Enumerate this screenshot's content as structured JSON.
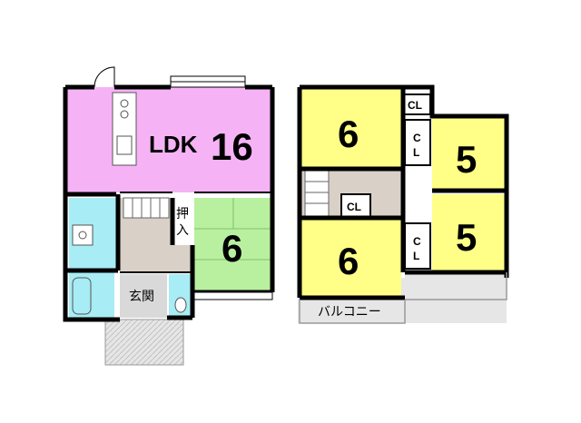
{
  "floor1": {
    "ldk": {
      "label": "LDK",
      "size": "16"
    },
    "washitsu": {
      "size": "6"
    },
    "oshiire": {
      "label": "押入"
    },
    "genkan": {
      "label": "玄関"
    }
  },
  "floor2": {
    "room_tl": {
      "size": "6"
    },
    "room_tr": {
      "size": "5"
    },
    "room_bl": {
      "size": "6"
    },
    "room_br": {
      "size": "5"
    },
    "closet_top": {
      "label": "CL"
    },
    "closet_mid_left": {
      "label": "C",
      "label2": "L"
    },
    "closet_center": {
      "label": "CL"
    },
    "closet_low_left": {
      "label": "C",
      "label2": "L"
    },
    "balcony": {
      "label": "バルコニー"
    }
  },
  "colors": {
    "ldk": "#f5b3f5",
    "washitsu": "#b8f0a0",
    "bedroom": "#ffff88",
    "bath": "#a8ecf5",
    "hall": "#d9d0c8",
    "entrance": "#d9d9d9",
    "balcony": "#e6e6e6",
    "wall": "#000000"
  }
}
